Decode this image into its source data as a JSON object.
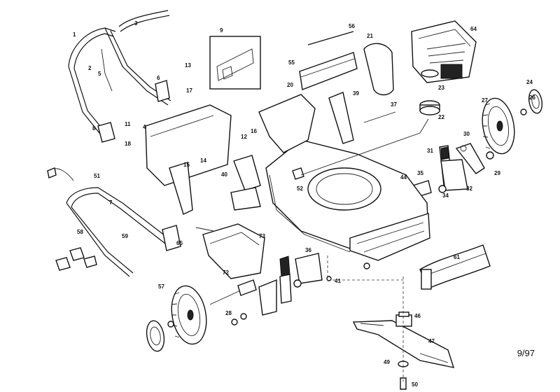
{
  "diagram": {
    "part_labels": [
      "1",
      "2",
      "3",
      "4",
      "5",
      "6",
      "7",
      "8",
      "9",
      "11",
      "12",
      "13",
      "14",
      "15",
      "16",
      "17",
      "18",
      "20",
      "21",
      "22",
      "23",
      "24",
      "26",
      "27",
      "28",
      "29",
      "30",
      "31",
      "32",
      "34",
      "35",
      "36",
      "37",
      "39",
      "40",
      "41",
      "44",
      "46",
      "47",
      "49",
      "50",
      "51",
      "52",
      "55",
      "56",
      "57",
      "58",
      "59",
      "61",
      "64",
      "65",
      "72",
      "73"
    ],
    "date_code": "9/97"
  }
}
